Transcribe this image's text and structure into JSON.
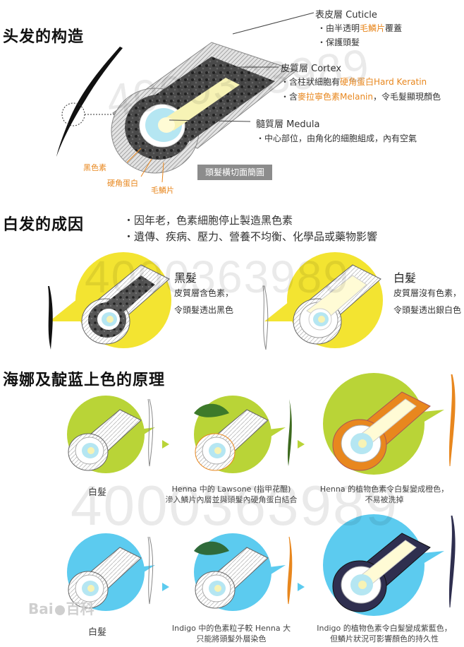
{
  "section1": {
    "title": "头发的构造",
    "cuticle": {
      "name": "表皮層 Cuticle",
      "b1_pre": "・由半透明",
      "b1_hl": "毛鱗片",
      "b1_post": "覆蓋",
      "b2": "・保護頭髮"
    },
    "cortex": {
      "name": "皮質層 Cortex",
      "b1_pre": "・含柱狀細胞有",
      "b1_hl": "硬角蛋白Hard Keratin",
      "b2_pre": "・含",
      "b2_hl": "麥拉寧色素Melanin",
      "b2_post": "，令毛髮顯現顏色"
    },
    "medulla": {
      "name": "髓質層 Medula",
      "b1": "・中心部位，由角化的細胞組成，內有空氣"
    },
    "label_pigment": "黑色素",
    "label_keratin": "硬角蛋白",
    "label_scale": "毛鱗片",
    "caption_box": "頭髮橫切面簡圖"
  },
  "section2": {
    "title": "白发的成因",
    "reasons": [
      "・因年老，色素細胞停止製造黑色素",
      "・遺傳、疾病、壓力、營養不均衡、化學品或藥物影響"
    ],
    "black_title": "黑髮",
    "black_l1": "皮質層含色素，",
    "black_l2": "令頭髮透出黑色",
    "white_title": "白髮",
    "white_l1": "皮質層沒有色素，",
    "white_l2": "令頭髮透出銀白色"
  },
  "section3": {
    "title": "海娜及靛蓝上色的原理",
    "henna_c1": "白髮",
    "henna_c2_l1": "Henna 中的 Lawsone (指甲花醌)",
    "henna_c2_l2": "滲入鱗片內層並與頭髮內硬角蛋白結合",
    "henna_c3_l1": "Henna 的植物色素令白髮變成橙色，",
    "henna_c3_l2": "不易被洗掉",
    "indigo_c1": "白髮",
    "indigo_c2_l1": "Indigo 中的色素粒子較 Henna 大",
    "indigo_c2_l2": "只能將頭髮外層染色",
    "indigo_c3_l1": "Indigo 的植物色素令白髮變成紫藍色，",
    "indigo_c3_l2": "但鱗片狀況可影響顏色的持久性"
  },
  "watermarks": [
    "4000363989",
    "4000363989",
    "4000363989"
  ],
  "baidu": {
    "logo": "Bai",
    "text": "百科"
  },
  "colors": {
    "orange": "#e8871e",
    "yellow": "#f3e431",
    "lime": "#b9d437",
    "blue": "#5ccbef",
    "grey": "#8c8c8c",
    "navy": "#2f2f4f"
  }
}
